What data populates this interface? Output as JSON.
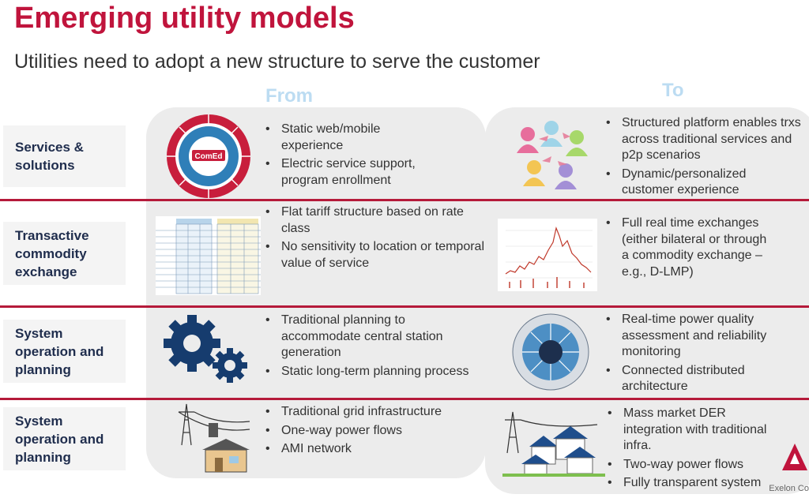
{
  "title": "Emerging utility models",
  "subtitle": "Utilities need to adopt a new structure to serve the customer",
  "columns": {
    "from": "From",
    "to": "To"
  },
  "rows": [
    {
      "label": "Services & solutions",
      "from": [
        "Static web/mobile experience",
        "Electric service support, program enrollment"
      ],
      "to": [
        "Structured platform enables trxs across traditional services and p2p scenarios",
        "Dynamic/personalized customer experience"
      ]
    },
    {
      "label": "Transactive commodity exchange",
      "from": [
        "Flat tariff structure based on rate class",
        "No sensitivity to location or temporal value of service"
      ],
      "to": [
        "Full real time exchanges (either bilateral or through a commodity exchange – e.g., D-LMP)"
      ]
    },
    {
      "label": "System operation and planning",
      "from": [
        "Traditional planning to accommodate central station generation",
        "Static long-term planning process"
      ],
      "to": [
        "Real-time power quality assessment and reliability monitoring",
        "Connected distributed architecture"
      ]
    },
    {
      "label": "System operation and planning",
      "from": [
        "Traditional grid infrastructure",
        "One-way power flows",
        "AMI network"
      ],
      "to": [
        "Mass market DER integration with traditional infra.",
        "Two-way power flows",
        "Fully transparent system"
      ]
    }
  ],
  "icons": {
    "row1_from": "service-wheel-icon",
    "row1_to": "p2p-people-icon",
    "row2_from": "tariff-table-icon",
    "row2_to": "price-chart-icon",
    "row3_from": "gears-icon",
    "row3_to": "operations-wheel-icon",
    "row4_from": "grid-tower-icon",
    "row4_to": "solar-houses-icon"
  },
  "wheel_center_label": "ComEd",
  "footer_fragment": "Exelon Co",
  "colors": {
    "title": "#c0143c",
    "divider": "#b51a3a",
    "label_text": "#1f2d4d",
    "column_head": "#bcdcf2",
    "panel": "#ececec"
  }
}
